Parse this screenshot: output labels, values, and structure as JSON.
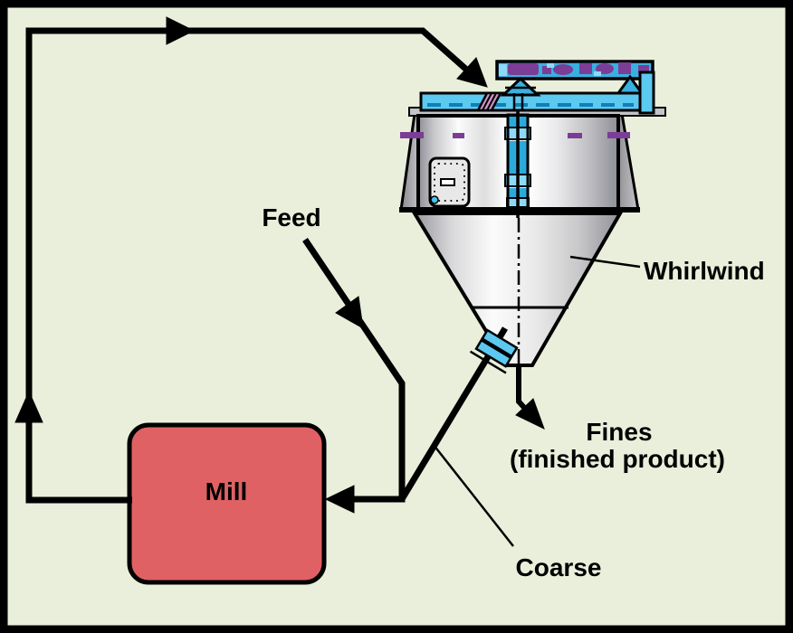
{
  "labels": {
    "feed": "Feed",
    "mill": "Mill",
    "whirlwind": "Whirlwind",
    "fines_line1": "Fines",
    "fines_line2": "(finished product)",
    "coarse": "Coarse"
  },
  "colors": {
    "background": "#e9efdb",
    "outline": "#000000",
    "mill_fill": "#e06164",
    "blue_main": "#3ab0e0",
    "blue_duct": "#5cc9f1",
    "blue_light": "#8ed9f5",
    "blue_dash": "#1080b8",
    "purple": "#7b3d96",
    "pink": "#cf93c9",
    "door_gray": "#e8e8e8",
    "lid_gray": "#c4c4c8"
  }
}
